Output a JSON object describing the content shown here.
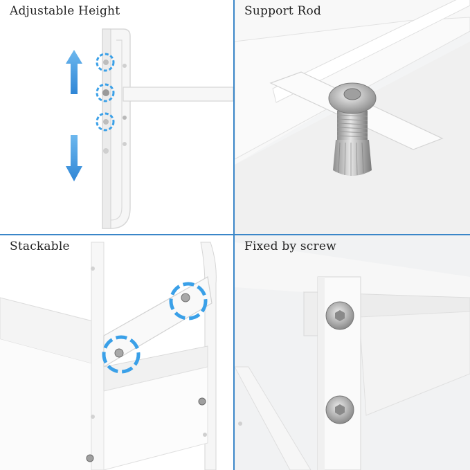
{
  "panels": [
    {
      "caption": "Adjustable Height"
    },
    {
      "caption": "Support Rod"
    },
    {
      "caption": "Stackable"
    },
    {
      "caption": "Fixed by screw"
    }
  ],
  "colors": {
    "divider": "#3a86c8",
    "highlight": "#3aa0e8",
    "arrow": "#4a9fe3"
  }
}
